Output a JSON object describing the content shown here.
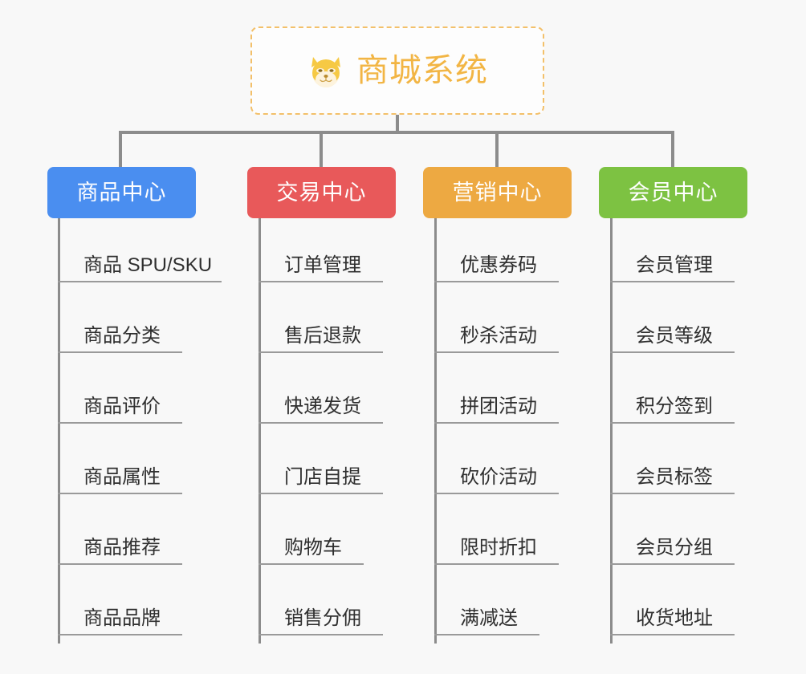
{
  "diagram": {
    "type": "organization-mindmap",
    "background_color": "#f8f8f8",
    "connector_color": "#8c8c8c"
  },
  "root": {
    "title": "商城系统",
    "icon": "shiba-inu-dog-face-emoji",
    "emoji": "🐕",
    "text_color": "#f2b544",
    "border_color": "#f3c06a",
    "border_style": "dashed"
  },
  "categories": [
    {
      "id": "product-center",
      "label": "商品中心",
      "color": "#4a8ef0",
      "items": [
        "商品 SPU/SKU",
        "商品分类",
        "商品评价",
        "商品属性",
        "商品推荐",
        "商品品牌"
      ]
    },
    {
      "id": "trade-center",
      "label": "交易中心",
      "color": "#e8595a",
      "items": [
        "订单管理",
        "售后退款",
        "快递发货",
        "门店自提",
        "购物车",
        "销售分佣"
      ]
    },
    {
      "id": "marketing-center",
      "label": "营销中心",
      "color": "#eda942",
      "items": [
        "优惠券码",
        "秒杀活动",
        "拼团活动",
        "砍价活动",
        "限时折扣",
        "满减送"
      ]
    },
    {
      "id": "member-center",
      "label": "会员中心",
      "color": "#7bc councilor"
    }
  ]
}
